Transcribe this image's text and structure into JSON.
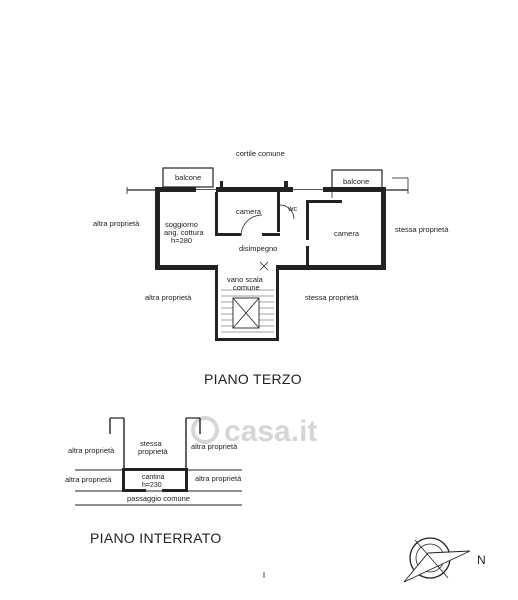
{
  "labels": {
    "cortile_comune": "cortile comune",
    "balcone_left": "balcone",
    "balcone_right": "balcone",
    "camera_left": "camera",
    "wc": "wc",
    "camera_right": "camera",
    "soggiorno": "soggiorno",
    "ang_cottura": "ang. cottura",
    "h280": "h=280",
    "disimpegno": "disimpegno",
    "vano_scala": "vano scala",
    "comune": "comune",
    "altra_proprieta_top_left": "altra proprietà",
    "stessa_proprieta_top_right": "stessa proprietà",
    "altra_proprieta_mid_left": "altra proprietà",
    "stessa_proprieta_mid_right": "stessa proprietà",
    "altra_proprieta_b1_left": "altra proprietà",
    "stessa": "stessa",
    "proprieta": "proprietà",
    "altra_proprieta_b1_right": "altra proprietà",
    "altra_proprieta_b2_left": "altra proprietà",
    "cantina": "cantina",
    "h230": "h=230",
    "altra_proprieta_b2_right": "altra proprietà",
    "passaggio_comune": "passaggio comune"
  },
  "titles": {
    "piano_terzo": "PIANO TERZO",
    "piano_interrato": "PIANO INTERRATO"
  },
  "compass": {
    "north": "N"
  },
  "watermark": "casa.it",
  "colors": {
    "ink": "#222222",
    "watermark": "#d6d6d6",
    "paper": "#ffffff"
  }
}
